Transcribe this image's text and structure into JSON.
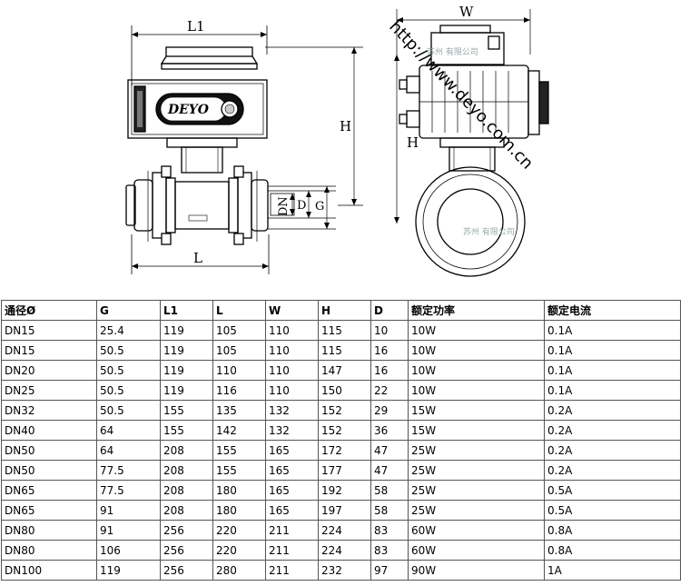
{
  "drawing": {
    "dimensions": {
      "L1": "L1",
      "L": "L",
      "H_front": "H",
      "D": "D",
      "G": "G",
      "DN": "DN",
      "W": "W",
      "H_side": "H"
    },
    "brand": "DEYO",
    "watermark": "http://www.deyo.com.cn",
    "watermark_faint": "苏州 有限公司"
  },
  "table": {
    "headers": [
      "通径Ø",
      "G",
      "L1",
      "L",
      "W",
      "H",
      "D",
      "额定功率",
      "额定电流"
    ],
    "rows": [
      [
        "DN15",
        "25.4",
        "119",
        "105",
        "110",
        "115",
        "10",
        "10W",
        "0.1A"
      ],
      [
        "DN15",
        "50.5",
        "119",
        "105",
        "110",
        "115",
        "16",
        "10W",
        "0.1A"
      ],
      [
        "DN20",
        "50.5",
        "119",
        "110",
        "110",
        "147",
        "16",
        "10W",
        "0.1A"
      ],
      [
        "DN25",
        "50.5",
        "119",
        "116",
        "110",
        "150",
        "22",
        "10W",
        "0.1A"
      ],
      [
        "DN32",
        "50.5",
        "155",
        "135",
        "132",
        "152",
        "29",
        "15W",
        "0.2A"
      ],
      [
        "DN40",
        "64",
        "155",
        "142",
        "132",
        "152",
        "36",
        "15W",
        "0.2A"
      ],
      [
        "DN50",
        "64",
        "208",
        "155",
        "165",
        "172",
        "47",
        "25W",
        "0.2A"
      ],
      [
        "DN50",
        "77.5",
        "208",
        "155",
        "165",
        "177",
        "47",
        "25W",
        "0.2A"
      ],
      [
        "DN65",
        "77.5",
        "208",
        "180",
        "165",
        "192",
        "58",
        "25W",
        "0.5A"
      ],
      [
        "DN65",
        "91",
        "208",
        "180",
        "165",
        "197",
        "58",
        "25W",
        "0.5A"
      ],
      [
        "DN80",
        "91",
        "256",
        "220",
        "211",
        "224",
        "83",
        "60W",
        "0.8A"
      ],
      [
        "DN80",
        "106",
        "256",
        "220",
        "211",
        "224",
        "83",
        "60W",
        "0.8A"
      ],
      [
        "DN100",
        "119",
        "256",
        "280",
        "211",
        "232",
        "97",
        "90W",
        "1A"
      ]
    ]
  }
}
